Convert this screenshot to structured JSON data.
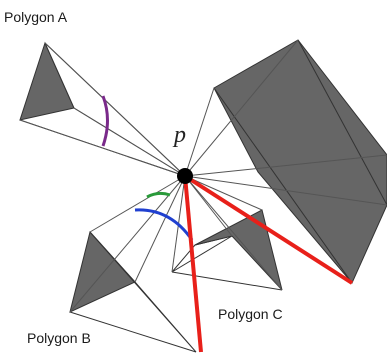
{
  "labels": {
    "polygon_a": "Polygon A",
    "polygon_b": "Polygon B",
    "polygon_c": "Polygon C",
    "point": "p"
  },
  "colors": {
    "polygon_fill": "#666666",
    "polygon_face_light": "#ffffff",
    "edge": "#333333",
    "ray": "#555555",
    "angle_arc_a": "#7a2a8a",
    "angle_arc_green": "#2a9a3a",
    "angle_arc_blue": "#2040d0",
    "boundary_ray": "#e8201a",
    "point": "#000000"
  }
}
